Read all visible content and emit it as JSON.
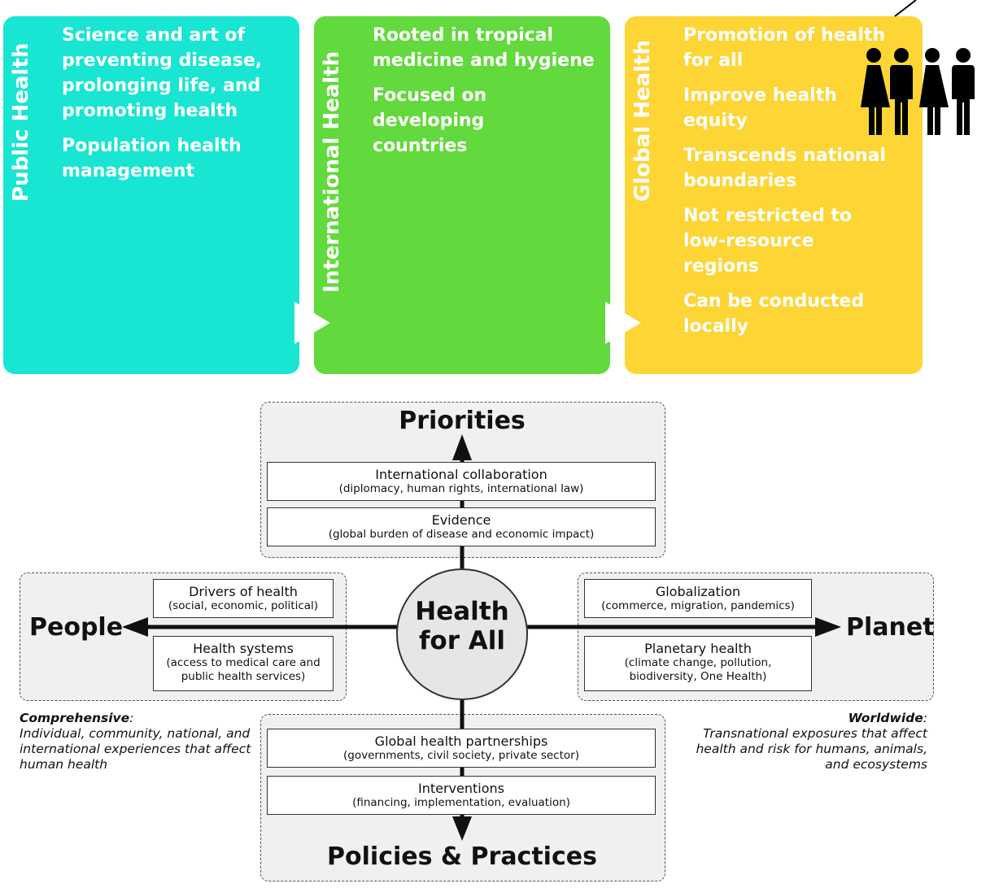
{
  "panels": [
    {
      "vertical_title": "Public Health",
      "color": "#19e5d3",
      "bullets": [
        "Science and art of preventing disease, prolonging life, and promoting health",
        "Population health management"
      ]
    },
    {
      "vertical_title": "International Health",
      "color": "#62d93c",
      "bullets": [
        "Rooted in tropical medicine and hygiene",
        "Focused on developing countries"
      ]
    },
    {
      "vertical_title": "Global Health",
      "color": "#fdd535",
      "bullets": [
        "Promotion of health for all",
        "Improve health equity",
        "Transcends national boundaries",
        "Not restricted to low-resource regions",
        "Can be conducted locally"
      ]
    }
  ],
  "icons": {
    "people": "people-group-icon"
  },
  "diagram": {
    "center": {
      "line1": "Health",
      "line2": "for All"
    },
    "top_heading": "Priorities",
    "bottom_heading": "Policies & Practices",
    "left_heading": "People",
    "right_heading": "Planet",
    "top_boxes": [
      {
        "title": "International collaboration",
        "sub": "(diplomacy, human rights, international law)"
      },
      {
        "title": "Evidence",
        "sub": "(global burden of disease and economic impact)"
      }
    ],
    "bottom_boxes": [
      {
        "title": "Global health partnerships",
        "sub": "(governments, civil society, private sector)"
      },
      {
        "title": "Interventions",
        "sub": "(financing, implementation, evaluation)"
      }
    ],
    "left_boxes": [
      {
        "title": "Drivers of health",
        "sub": "(social, economic, political)"
      },
      {
        "title": "Health systems",
        "sub": "(access to medical care and public health services)"
      }
    ],
    "right_boxes": [
      {
        "title": "Globalization",
        "sub": "(commerce, migration, pandemics)"
      },
      {
        "title": "Planetary health",
        "sub": "(climate change, pollution, biodiversity, One Health)"
      }
    ],
    "left_note": {
      "head": "Comprehensive",
      "body": "Individual, community, national, and international experiences that affect human health"
    },
    "right_note": {
      "head": "Worldwide",
      "body": "Transnational exposures that affect health and risk for humans, animals, and ecosystems"
    }
  }
}
